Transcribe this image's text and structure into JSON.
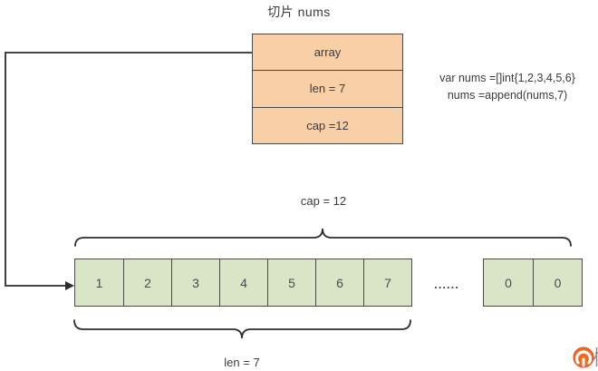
{
  "title": "切片 nums",
  "slice_struct": {
    "array_label": "array",
    "len_label": "len = 7",
    "cap_label": "cap =12"
  },
  "code": {
    "line1": "var nums =[]int{1,2,3,4,5,6}",
    "line2": "nums =append(nums,7)"
  },
  "braces": {
    "cap_label": "cap = 12",
    "len_label": "len = 7"
  },
  "cells": [
    "1",
    "2",
    "3",
    "4",
    "5",
    "6",
    "7"
  ],
  "ellipsis": "......",
  "zero_cells": [
    "0",
    "0"
  ],
  "colors": {
    "struct_fill": "#f9cfa7",
    "cell_fill": "#dae4c6",
    "line": "#2d2d2d",
    "border": "#4a4a4a",
    "logo_orange": "#f26a1f",
    "logo_orange_dark": "#e8491d"
  }
}
